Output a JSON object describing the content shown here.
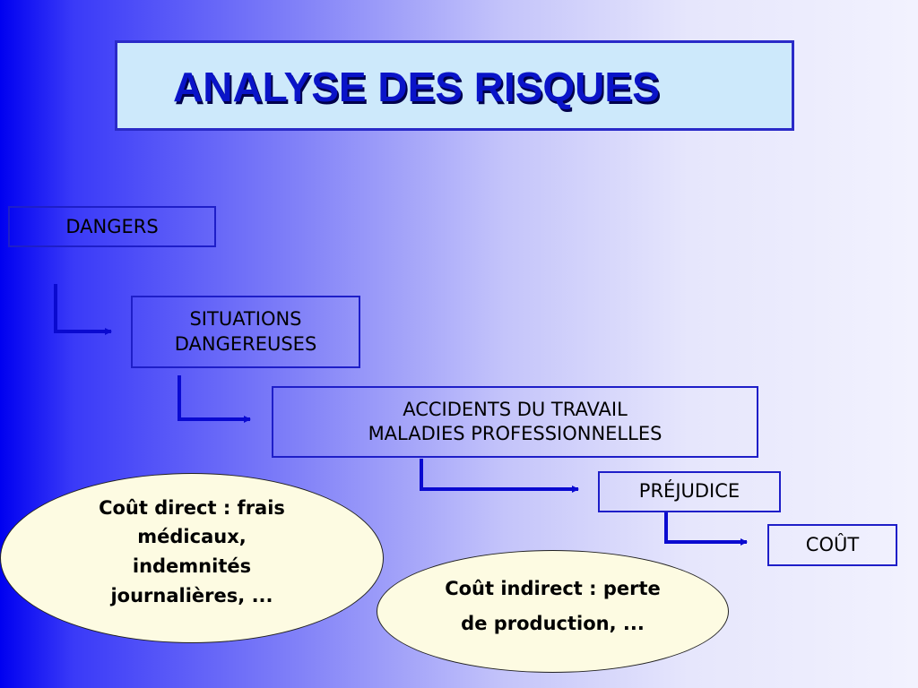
{
  "title": "ANALYSE DES RISQUES",
  "steps": {
    "dangers": "DANGERS",
    "situations": [
      "SITUATIONS",
      "DANGEREUSES"
    ],
    "accidents": [
      "ACCIDENTS DU TRAVAIL",
      "MALADIES PROFESSIONNELLES"
    ],
    "prejudice": "PRÉJUDICE",
    "cout": "COÛT"
  },
  "notes": {
    "direct": [
      "Coût direct : frais",
      "médicaux,",
      "indemnités",
      "journalières, ..."
    ],
    "indirect": [
      "Coût indirect :  perte",
      "de production, ..."
    ]
  },
  "colors": {
    "arrow": "#0a0ad0",
    "border": "#1e1ec8",
    "note_fill": "#fdfbe2"
  }
}
